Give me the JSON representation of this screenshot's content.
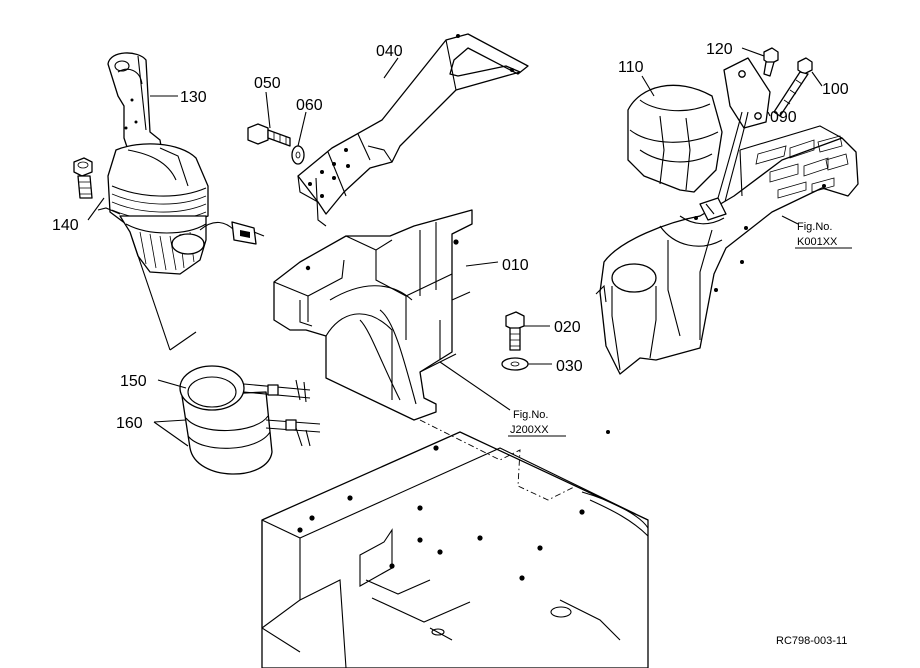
{
  "diagram": {
    "drawing_code": "RC798-003-11",
    "parts": [
      {
        "id": "p130",
        "number": "130"
      },
      {
        "id": "p140",
        "number": "140"
      },
      {
        "id": "p050",
        "number": "050"
      },
      {
        "id": "p060",
        "number": "060"
      },
      {
        "id": "p040",
        "number": "040"
      },
      {
        "id": "p010",
        "number": "010"
      },
      {
        "id": "p020",
        "number": "020"
      },
      {
        "id": "p030",
        "number": "030"
      },
      {
        "id": "p110",
        "number": "110"
      },
      {
        "id": "p120",
        "number": "120"
      },
      {
        "id": "p100",
        "number": "100"
      },
      {
        "id": "p090",
        "number": "090"
      },
      {
        "id": "p150",
        "number": "150"
      },
      {
        "id": "p160",
        "number": "160"
      }
    ],
    "fig_refs": [
      {
        "id": "figK",
        "caption": "Fig.No.",
        "code": "K001XX"
      },
      {
        "id": "figJ",
        "caption": "Fig.No.",
        "code": "J200XX"
      }
    ]
  }
}
